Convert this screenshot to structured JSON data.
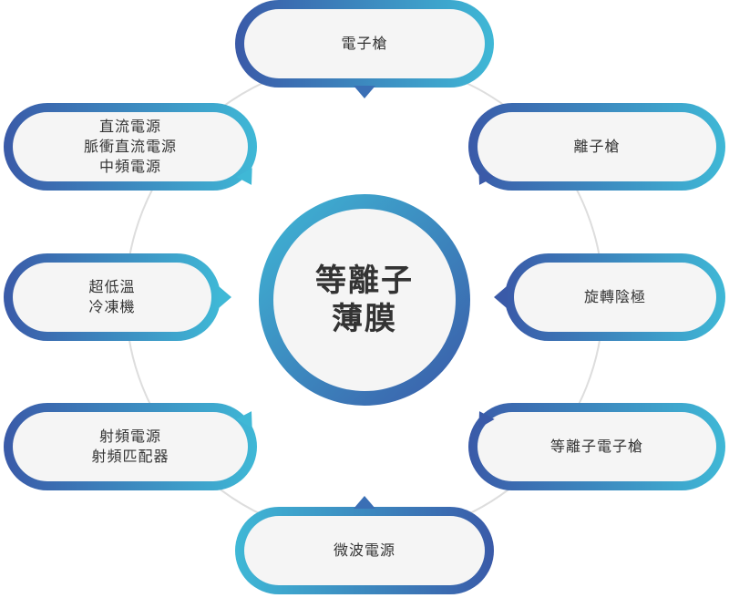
{
  "center": {
    "line1": "等離子",
    "line2": "薄膜"
  },
  "nodes": [
    {
      "id": "top",
      "lines": [
        "電子槍"
      ]
    },
    {
      "id": "right1",
      "lines": [
        "離子槍"
      ]
    },
    {
      "id": "right2",
      "lines": [
        "旋轉陰極"
      ]
    },
    {
      "id": "right3",
      "lines": [
        "等離子電子槍"
      ]
    },
    {
      "id": "bottom",
      "lines": [
        "微波電源"
      ]
    },
    {
      "id": "left3",
      "lines": [
        "射頻電源",
        "射頻匹配器"
      ]
    },
    {
      "id": "left2",
      "lines": [
        "超低溫",
        "冷凍機"
      ]
    },
    {
      "id": "left1",
      "lines": [
        "直流電源",
        "脈衝直流電源",
        "中頻電源"
      ]
    }
  ],
  "colors": {
    "blue_dark": "#3a5aa8",
    "blue_light": "#3fb8d6",
    "ring": "#dddddd",
    "fill": "#f5f5f5",
    "text": "#333333"
  }
}
